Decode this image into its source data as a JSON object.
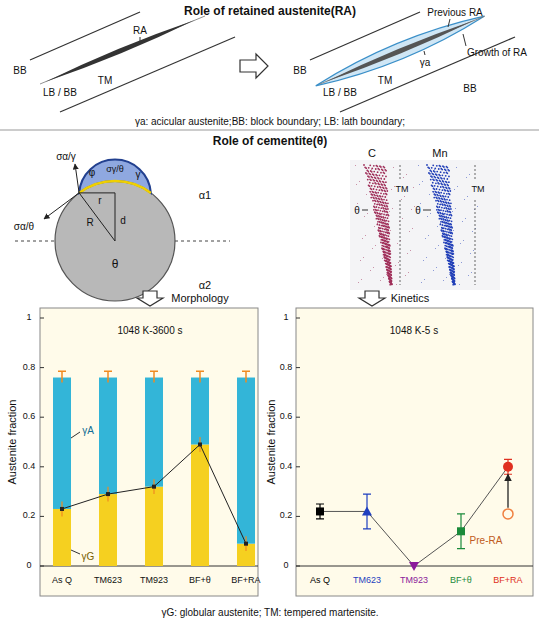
{
  "diagram": {
    "labels": [
      "Role of retained austenite(RA)",
      "BB",
      "RA",
      "LB / BB",
      "TM",
      "Previous RA",
      "BB",
      "Growth of RA",
      "γa",
      "LB / BB",
      "TM",
      "BB",
      "γa: acicular austenite;BB: block boundary; LB: lath boundary;",
      "Role of cementite(θ)",
      "σα/γ",
      "φ",
      "σγ/θ",
      "γ",
      "σα/θ",
      "r",
      "d",
      "R",
      "α1",
      "θ",
      "α2",
      "C",
      "Mn",
      "θ",
      "TM",
      "θ",
      "TM",
      "Morphology",
      "Kinetics",
      "Austenite fraction",
      "1",
      "0.8",
      "0.6",
      "0.4",
      "0.2",
      "0",
      "1048 K-3600 s",
      "γA",
      "γG",
      "As Q",
      "TM623",
      "TM923",
      "BF+θ",
      "BF+RA",
      "Austenite fraction",
      "1",
      "0.8",
      "0.6",
      "0.4",
      "0.2",
      "0",
      "1048 K-5 s",
      "Pre-RA",
      "As Q",
      "TM623",
      "TM923",
      "BF+θ",
      "BF+RA",
      "γG: globular austenite; TM: tempered martensite."
    ]
  }
}
